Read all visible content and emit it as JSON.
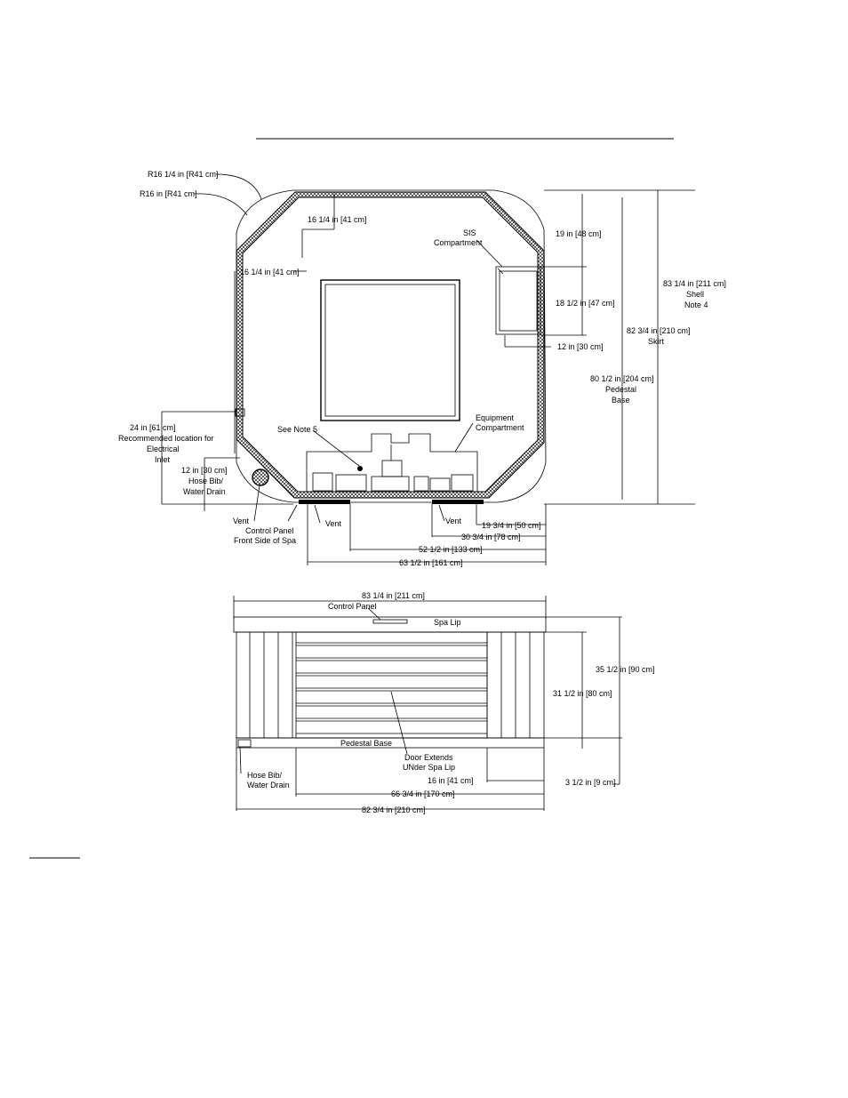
{
  "top_view": {
    "radius_outer": "R16 1/4 in [R41 cm]",
    "radius_inner": "R16 in [R41 cm]",
    "top_corner_dim": "16 1/4 in [41 cm]",
    "side_corner_dim": "16 1/4 in [41 cm]",
    "sis_title": "SIS",
    "sis_sub": "Compartment",
    "dim_19": "19 in [48 cm]",
    "dim_18": "18 1/2 in [47 cm]",
    "dim_12_sis": "12 in [30 cm]",
    "shell_dim": "83 1/4 in [211 cm]",
    "shell_label": "Shell",
    "shell_note": "Note 4",
    "skirt_dim": "82 3/4 in [210 cm]",
    "skirt_label": "Skirt",
    "pedestal_dim": "80 1/2 in [204 cm]",
    "pedestal_label_1": "Pedestal",
    "pedestal_label_2": "Base",
    "equip_1": "Equipment",
    "equip_2": "Compartment",
    "see_note": "See Note 5",
    "elec_dim": "24 in [61 cm]",
    "elec_1": "Recommended location for",
    "elec_2": "Electrical",
    "elec_3": "Inlet",
    "hose_dim": "12 in [30 cm]",
    "hose_1": "Hose Bib/",
    "hose_2": "Water Drain",
    "vent": "Vent",
    "control_1": "Control Panel",
    "control_2": "Front Side of Spa",
    "dim_19_34": "19 3/4 in [50 cm]",
    "dim_30_34": "30 3/4 in [78 cm]",
    "dim_52_12": "52 1/2 in [133 cm]",
    "dim_63_12": "63 1/2 in [161 cm]"
  },
  "front_view": {
    "width_top": "83 1/4 in [211 cm]",
    "control_panel": "Control Panel",
    "spa_lip": "Spa Lip",
    "height_total": "35 1/2 in [90 cm]",
    "height_body": "31 1/2 in [80 cm]",
    "pedestal_base": "Pedestal Base",
    "door_1": "Door Extends",
    "door_2": "UNder Spa Lip",
    "hose_1": "Hose Bib/",
    "hose_2": "Water Drain",
    "dim_16": "16 in [41 cm]",
    "dim_3_12": "3 1/2 in [9 cm]",
    "dim_66_34": "66 3/4 in [170 cm]",
    "dim_82_34": "82 3/4 in [210 cm]"
  }
}
